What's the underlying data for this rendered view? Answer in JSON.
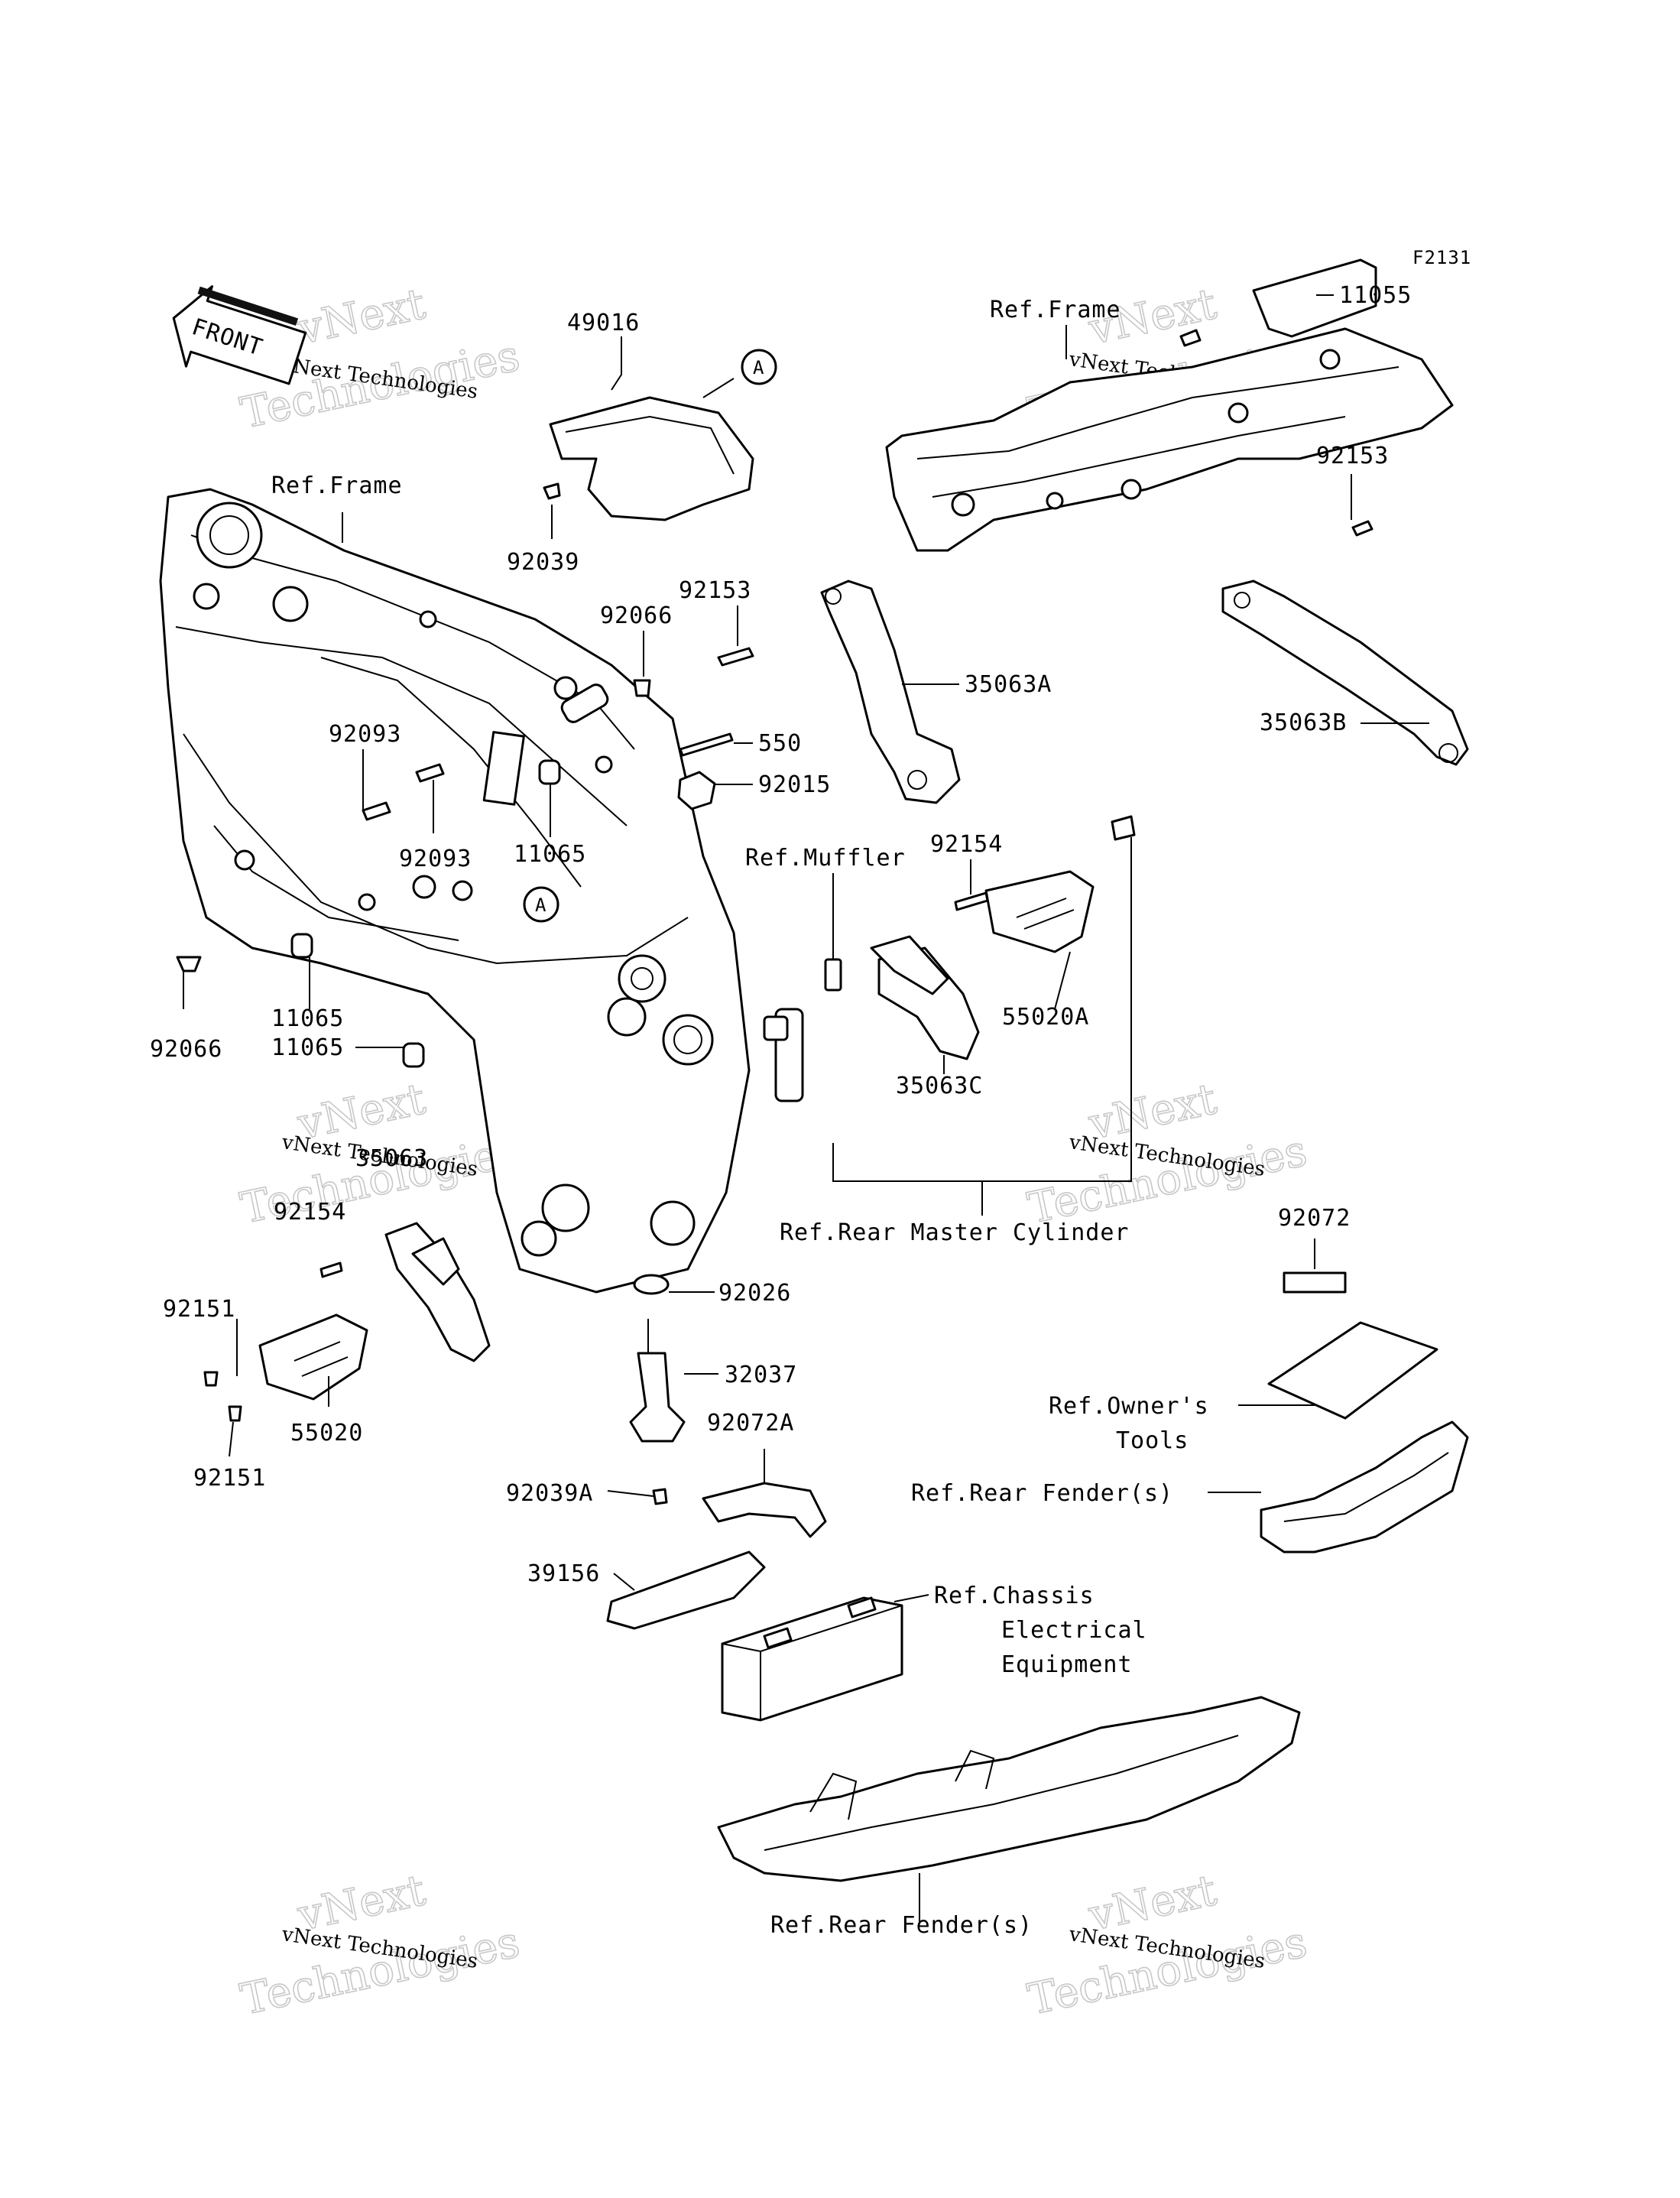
{
  "diagram_id": "F2131",
  "front_marker": "FRONT",
  "callout_symbol": "A",
  "watermark": {
    "line1": "vNext Technologies",
    "line2": "vNext",
    "line3": "Technologies"
  },
  "labels": {
    "p11055": "11055",
    "ref_frame_top": "Ref.Frame",
    "p49016": "49016",
    "ref_frame_left": "Ref.Frame",
    "p92039": "92039",
    "p92153_a": "92153",
    "p92153_b": "92153",
    "p92066_top": "92066",
    "p35063a": "35063A",
    "p35063b": "35063B",
    "p550": "550",
    "p92015": "92015",
    "p92093_a": "92093",
    "p92093_b": "92093",
    "p11065_a": "11065",
    "ref_muffler": "Ref.Muffler",
    "p92154_a": "92154",
    "p55020a": "55020A",
    "p11065_b": "11065",
    "p11065_c": "11065",
    "p92066_left": "92066",
    "p35063c": "35063C",
    "p35063": "35063",
    "p92154_b": "92154",
    "ref_rear_master": "Ref.Rear Master Cylinder",
    "p92072": "92072",
    "p92151_a": "92151",
    "p92026": "92026",
    "p32037": "32037",
    "p55020": "55020",
    "p92151_b": "92151",
    "ref_owners_tools_1": "Ref.Owner's",
    "ref_owners_tools_2": "Tools",
    "p92072a": "92072A",
    "ref_rear_fender_right": "Ref.Rear Fender(s)",
    "p92039a": "92039A",
    "p39156": "39156",
    "ref_chassis_1": "Ref.Chassis",
    "ref_chassis_2": "Electrical",
    "ref_chassis_3": "Equipment",
    "ref_rear_fender_bottom": "Ref.Rear Fender(s)"
  }
}
